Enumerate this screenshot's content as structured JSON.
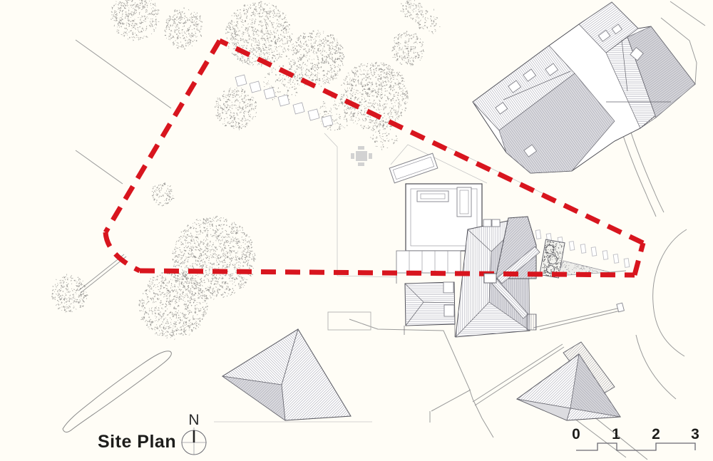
{
  "title": {
    "label": "Site Plan"
  },
  "compass": {
    "label": "N"
  },
  "scale_bar": {
    "ticks": [
      "0",
      "1",
      "2",
      "3"
    ]
  },
  "colors": {
    "site_boundary": "#d8151e",
    "roof_shading": "#dcdce0",
    "hatch_line": "#a0a0ac",
    "drawing_line": "#4a4a52",
    "text": "#1d1d1b"
  }
}
